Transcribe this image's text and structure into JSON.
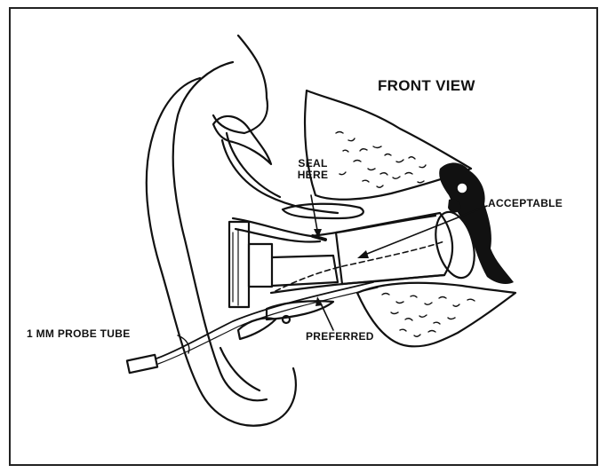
{
  "diagram": {
    "title": "FRONT VIEW",
    "labels": {
      "seal_line1": "SEAL",
      "seal_line2": "HERE",
      "acceptable": "ACCEPTABLE",
      "preferred": "PREFERRED",
      "probe_tube": "1 MM PROBE TUBE"
    }
  },
  "colors": {
    "ink": "#111111",
    "background": "#ffffff"
  }
}
